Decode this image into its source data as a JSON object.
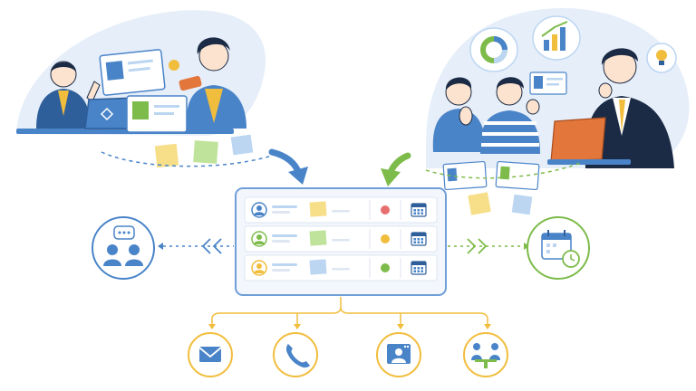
{
  "colors": {
    "blob": "#e6eef9",
    "panel_border": "#6f9fd8",
    "panel_fill": "#f3f7fd",
    "row_fill": "#ffffff",
    "line_gray": "#dde6f1",
    "blue": "#4a84c8",
    "green": "#7dbb4a",
    "yellow": "#f1bd3c",
    "red": "#e86e6e",
    "dark_blue": "#2f5f9a",
    "orange": "#e2763b",
    "skin": "#fbe3cf",
    "hair": "#1c2b45",
    "note_yellow": "#f7df8a",
    "note_green": "#bfe39a",
    "note_blue": "#bcd6f2"
  },
  "panel": {
    "rows": [
      {
        "avatar": "blue",
        "note": "yellow",
        "status": "red"
      },
      {
        "avatar": "green",
        "note": "green",
        "status": "yellow"
      },
      {
        "avatar": "yellow",
        "note": "blue",
        "status": "green"
      }
    ]
  },
  "channels": [
    {
      "icon": "mail-icon"
    },
    {
      "icon": "phone-icon"
    },
    {
      "icon": "video-call-icon"
    },
    {
      "icon": "meeting-icon"
    }
  ],
  "left_node": {
    "icon": "team-chat-icon"
  },
  "right_node": {
    "icon": "calendar-clock-icon"
  }
}
